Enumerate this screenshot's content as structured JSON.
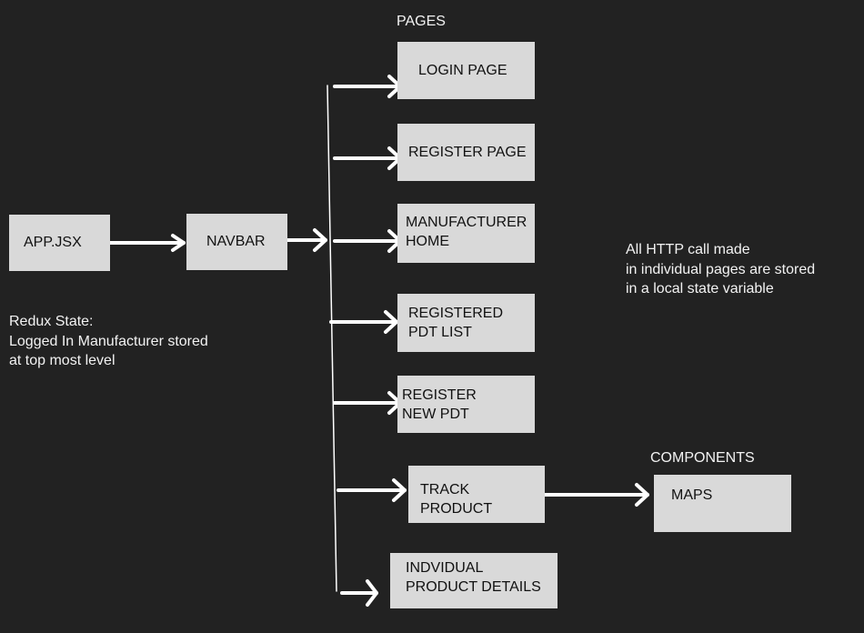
{
  "colors": {
    "background": "#222222",
    "box": "#d9d9d9",
    "line": "#ffffff",
    "text_on_box": "#111111",
    "text_on_bg": "#f2f2f2"
  },
  "headings": {
    "pages": "PAGES",
    "components": "COMPONENTS"
  },
  "nodes": {
    "app": "APP.JSX",
    "navbar": "NAVBAR",
    "login": "LOGIN PAGE",
    "register": "REGISTER PAGE",
    "manufacturer_home": "MANUFACTURER\n HOME",
    "registered_pdt_list": "REGISTERED\nPDT LIST",
    "register_new_pdt": "REGISTER\nNEW PDT",
    "track_product": "TRACK\nPRODUCT",
    "individual_product_details": "INDVIDUAL\nPRODUCT DETAILS",
    "maps": "MAPS"
  },
  "notes": {
    "redux": "Redux State:\nLogged In Manufacturer stored\nat top most level",
    "http": "All HTTP call made\nin individual pages are stored\nin a local state variable"
  }
}
